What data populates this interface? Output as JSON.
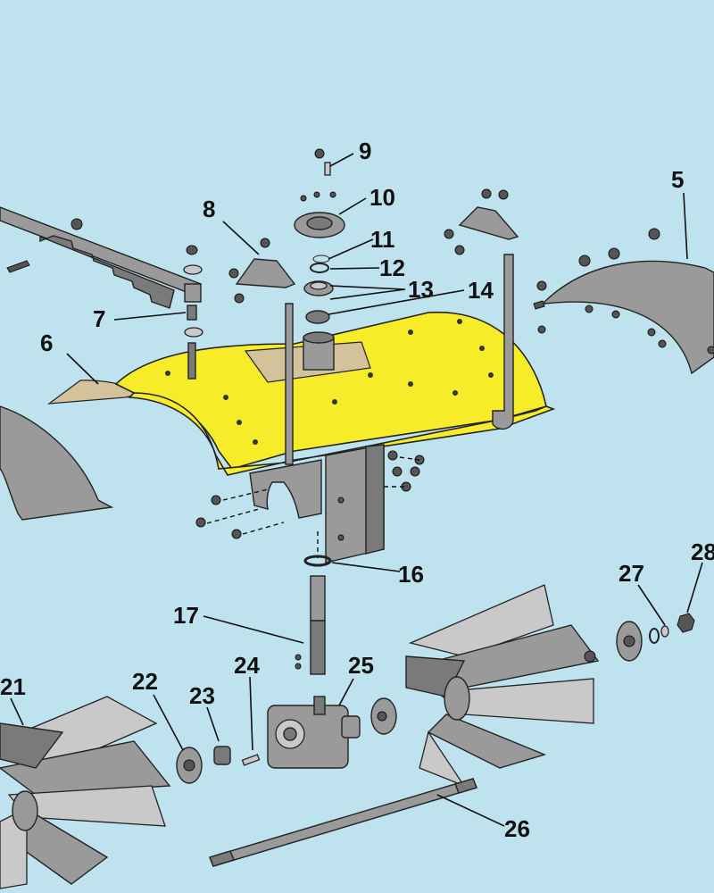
{
  "diagram": {
    "background": "#bfe3ee",
    "accent": "#f6ec2a",
    "callouts": [
      "5",
      "6",
      "7",
      "8",
      "9",
      "10",
      "11",
      "12",
      "13",
      "14",
      "16",
      "17",
      "21",
      "22",
      "23",
      "24",
      "25",
      "26",
      "27",
      "28"
    ]
  }
}
